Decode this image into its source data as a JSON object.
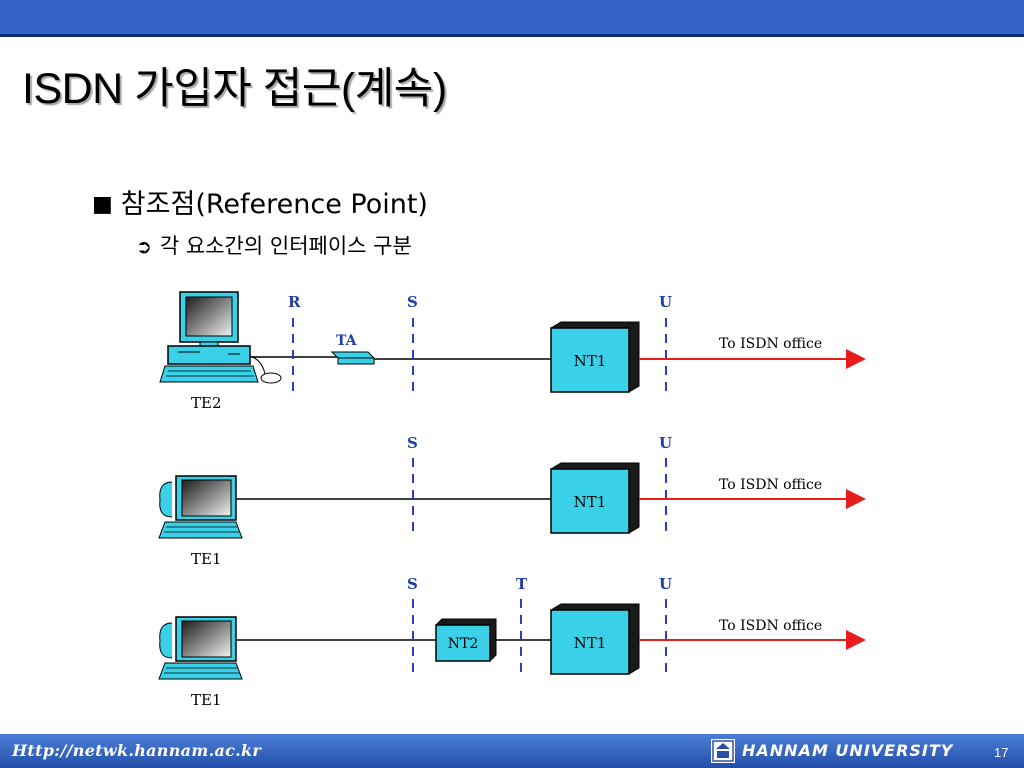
{
  "title": "ISDN 가입자 접근(계속)",
  "bullet": {
    "mark": "■",
    "text": "참조점(Reference Point)"
  },
  "sub_bullet": {
    "mark": "➲",
    "text": "각 요소간의 인터페이스 구분"
  },
  "diagram": {
    "rows": [
      {
        "terminal": "TE2",
        "adapter": "TA",
        "points": [
          "R",
          "S",
          "U"
        ],
        "nt1": "NT1",
        "destination": "To ISDN office"
      },
      {
        "terminal": "TE1",
        "points": [
          "S",
          "U"
        ],
        "nt1": "NT1",
        "destination": "To ISDN office"
      },
      {
        "terminal": "TE1",
        "nt2": "NT2",
        "points": [
          "S",
          "T",
          "U"
        ],
        "nt1": "NT1",
        "destination": "To ISDN office"
      }
    ],
    "colors": {
      "device_fill": "#3ad0e8",
      "reference_line": "#2a3fc4",
      "reference_label": "#1f3eaa",
      "arrow": "#e81c1c"
    }
  },
  "footer": {
    "url": "Http://netwk.hannam.ac.kr",
    "university": "HANNAM UNIVERSITY",
    "page": "17"
  }
}
